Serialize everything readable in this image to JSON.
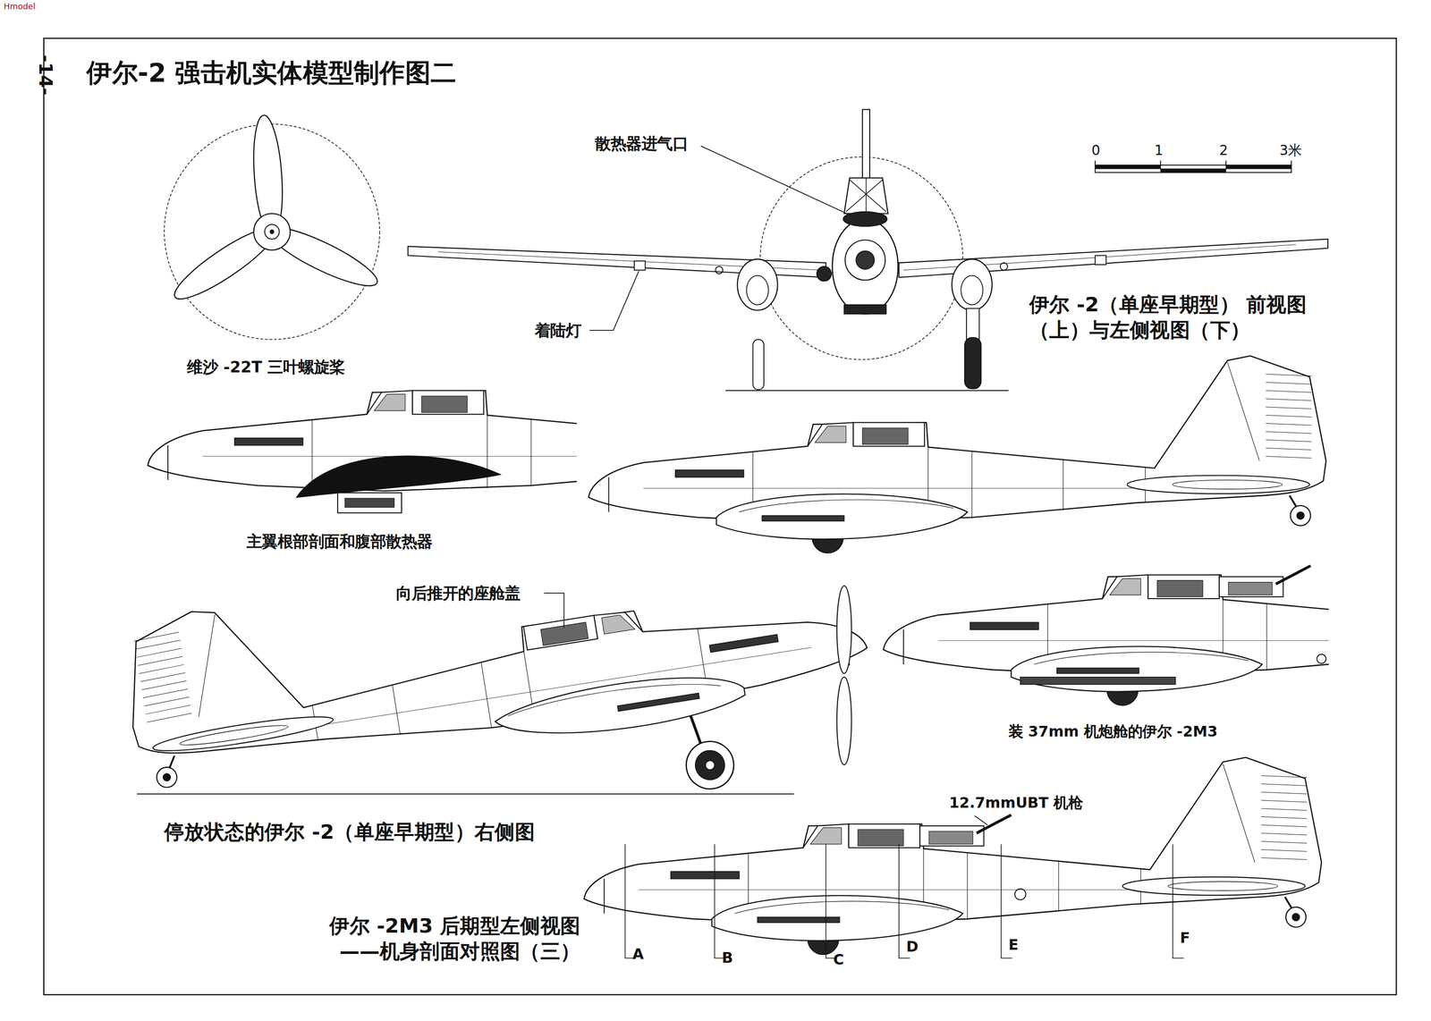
{
  "diagram": {
    "title": "伊尔-2 强击机实体模型制作图二",
    "labels": [
      "Hmodel",
      "-14-",
      "散热器进气口",
      "0",
      "1",
      "2",
      "3米",
      "着陆灯",
      "伊尔 -2（单座早期型） 前视图（上）与左侧视图（下）",
      "维沙 -22T 三叶螺旋桨",
      "主翼根部剖面和腹部散热器",
      "向后推开的座舱盖",
      "装 37mm 机炮舱的伊尔 -2M3",
      "停放状态的伊尔 -2（单座早期型）右侧图",
      "12.7mmUBT 机枪",
      "伊尔 -2M3 后期型左侧视图 ——机身剖面对照图（三）",
      "A",
      "B",
      "C",
      "D",
      "E",
      "F"
    ]
  }
}
